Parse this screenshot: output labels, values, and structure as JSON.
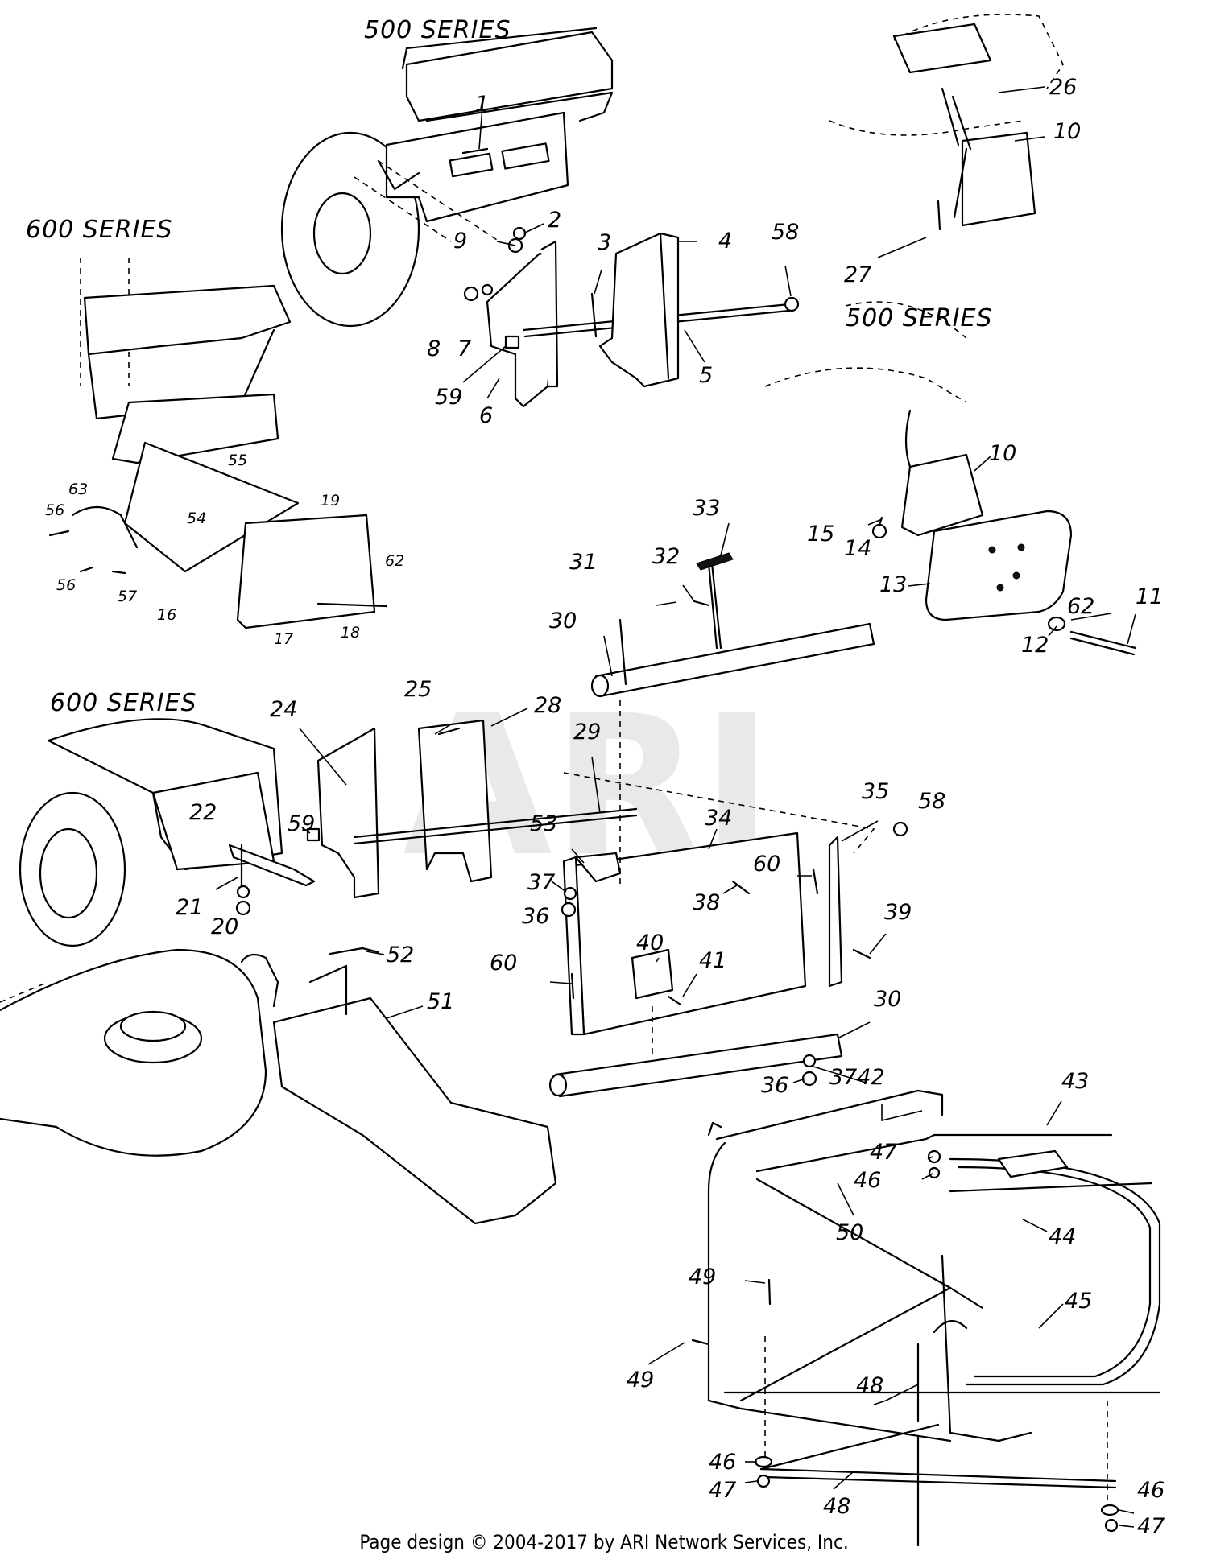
{
  "series_labels": {
    "top_500": "500 SERIES",
    "left_600_upper": "600 SERIES",
    "right_500": "500 SERIES",
    "left_600_lower": "600 SERIES"
  },
  "watermark": "ARI",
  "callouts": {
    "p1": "1",
    "p2": "2",
    "p3": "3",
    "p4": "4",
    "p5": "5",
    "p6": "6",
    "p7": "7",
    "p8": "8",
    "p9": "9",
    "p10a": "10",
    "p10b": "10",
    "p11": "11",
    "p12": "12",
    "p13": "13",
    "p14": "14",
    "p15": "15",
    "p16": "16",
    "p17": "17",
    "p18": "18",
    "p19": "19",
    "p20": "20",
    "p21": "21",
    "p22": "22",
    "p24": "24",
    "p25": "25",
    "p26": "26",
    "p27": "27",
    "p28": "28",
    "p29": "29",
    "p30a": "30",
    "p30b": "30",
    "p31": "31",
    "p32": "32",
    "p33": "33",
    "p34": "34",
    "p35": "35",
    "p36a": "36",
    "p36b": "36",
    "p37": "37",
    "p3742": "3742",
    "p38": "38",
    "p39": "39",
    "p40": "40",
    "p41": "41",
    "p43": "43",
    "p44": "44",
    "p45": "45",
    "p46a": "46",
    "p46b": "46",
    "p46c": "46",
    "p47a": "47",
    "p47b": "47",
    "p47c": "47",
    "p48a": "48",
    "p48b": "48",
    "p49a": "49",
    "p49b": "49",
    "p50": "50",
    "p51": "51",
    "p52": "52",
    "p53": "53",
    "p54": "54",
    "p55": "55",
    "p56a": "56",
    "p56b": "56",
    "p57": "57",
    "p58a": "58",
    "p58b": "58",
    "p59a": "59",
    "p59b": "59",
    "p60a": "60",
    "p60b": "60",
    "p62a": "62",
    "p62b": "62",
    "p63": "63"
  },
  "footer": "Page design © 2004-2017 by ARI Network Services, Inc."
}
